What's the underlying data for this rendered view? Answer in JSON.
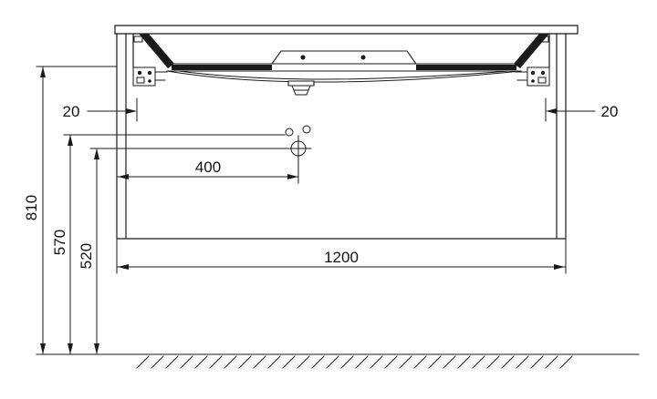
{
  "drawing": {
    "colors": {
      "line": "#1a1a1a",
      "background": "#ffffff"
    },
    "dimensions": {
      "offset_left": "20",
      "offset_right": "20",
      "total_height": "810",
      "upper_holes_height": "570",
      "drain_height": "520",
      "drain_from_left": "400",
      "cabinet_width": "1200"
    }
  }
}
